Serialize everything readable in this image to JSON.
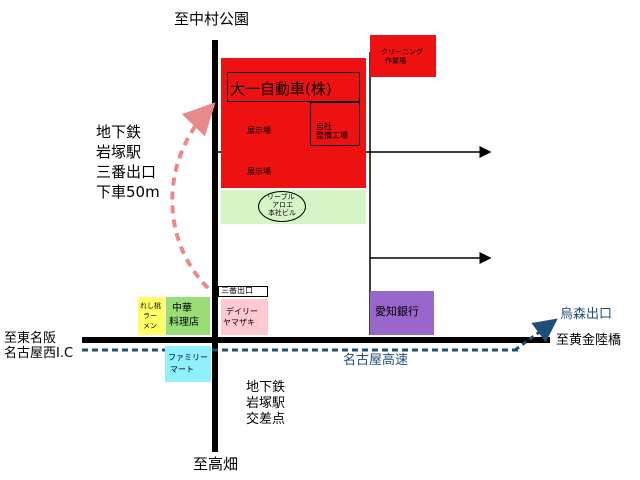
{
  "colors": {
    "road": "#000000",
    "expressway": "#1f4e79",
    "dealer": "#ee1111",
    "dealer_text": "#000000",
    "highlight_green": "#d6f5c6",
    "ramen": "#ffff66",
    "chinese": "#99dd77",
    "family_mart": "#8ff0ff",
    "daily": "#ffc8d2",
    "bank": "#9966cc",
    "cleaning": "#ee1111",
    "walk_route": "#e88a8a"
  },
  "directions": {
    "north": "至中村公園",
    "south": "至高畑",
    "west_line1": "至東名阪",
    "west_line2": "名古屋西I.C",
    "east": "至黄金陸橋"
  },
  "buildings": {
    "company": "大一自動車(株)",
    "showroom_top": "展示場",
    "workshop_line1": "自社",
    "workshop_line2": "整備工場",
    "showroom_bottom": "展示場",
    "office_line1": "リーブル",
    "office_line2": "アロエ",
    "office_line3": "本社ビル",
    "cleaning_line1": "クリーニング",
    "cleaning_line2": "作業場",
    "bank": "愛知銀行",
    "daily_line1": "デイリー",
    "daily_line2": "ヤマザキ",
    "family_line1": "ファミリー",
    "family_line2": "マート",
    "chinese_line1": "中華",
    "chinese_line2": "料理店",
    "ramen_line1": "れし桃",
    "ramen_line2": "ラー",
    "ramen_line3": "メン"
  },
  "labels": {
    "exit3": "三番出口",
    "station_note_line1": "地下鉄",
    "station_note_line2": "岩塚駅",
    "station_note_line3": "三番出口",
    "station_note_line4": "下車50m",
    "crossing_line1": "地下鉄",
    "crossing_line2": "岩塚駅",
    "crossing_line3": "交差点",
    "expressway": "名古屋高速",
    "karasumori_exit": "烏森出口"
  }
}
